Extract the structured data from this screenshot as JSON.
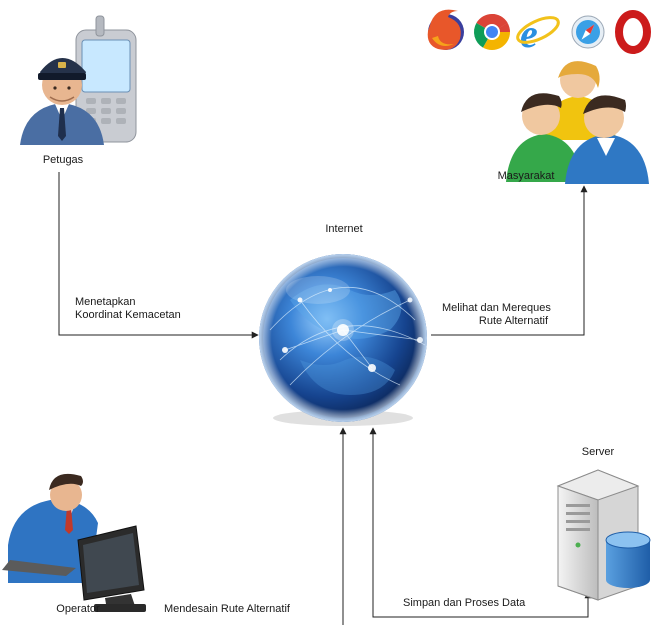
{
  "nodes": {
    "petugas": "Petugas",
    "masyarakat": "Masyarakat",
    "internet": "Internet",
    "server": "Server",
    "operator": "Operator"
  },
  "edges": {
    "petugas_to_internet": [
      "Menetapkan",
      "Koordinat Kemacetan"
    ],
    "internet_to_masyarakat": [
      "Melihat dan Mereques",
      "Rute Alternatif"
    ],
    "operator_to_internet": "Mendesain Rute Alternatif",
    "server_internet": "Simpan dan Proses Data"
  },
  "browser_icons": [
    "firefox-icon",
    "chrome-icon",
    "internet-explorer-icon",
    "safari-icon",
    "opera-icon"
  ],
  "colors": {
    "globe": "#1d5fb0",
    "firefox": "#e8572a",
    "chrome_red": "#db4437",
    "chrome_green": "#0f9d58",
    "chrome_yellow": "#f4b400",
    "ie": "#2a8fe0",
    "safari": "#3aa0e6",
    "opera": "#cc1b1b"
  }
}
